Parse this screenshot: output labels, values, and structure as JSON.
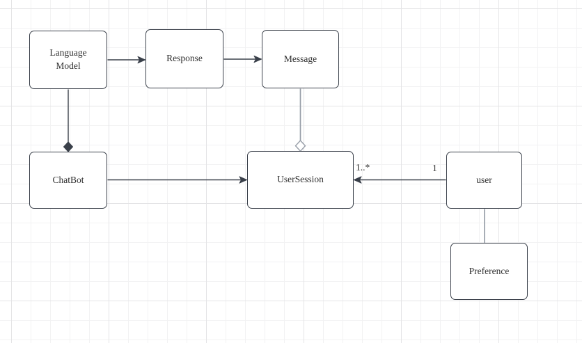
{
  "diagram": {
    "nodes": {
      "language_model": {
        "label": "Language Model"
      },
      "response": {
        "label": "Response"
      },
      "message": {
        "label": "Message"
      },
      "chatbot": {
        "label": "ChatBot"
      },
      "user_session": {
        "label": "UserSession"
      },
      "user": {
        "label": "user"
      },
      "preference": {
        "label": "Preference"
      }
    },
    "edges": {
      "language_model_to_response": {
        "type": "directed-association",
        "from": "language_model",
        "to": "response"
      },
      "response_to_message": {
        "type": "directed-association",
        "from": "response",
        "to": "message"
      },
      "language_model_chatbot": {
        "type": "composition",
        "from": "language_model",
        "to": "chatbot"
      },
      "message_usersession": {
        "type": "aggregation",
        "from": "message",
        "to": "user_session"
      },
      "chatbot_to_usersession": {
        "type": "directed-association",
        "from": "chatbot",
        "to": "user_session"
      },
      "user_to_usersession": {
        "type": "directed-association",
        "from": "user",
        "to": "user_session",
        "target_multiplicity": "1..*",
        "source_multiplicity": "1"
      },
      "user_preference": {
        "type": "association",
        "from": "user",
        "to": "preference"
      }
    },
    "colors": {
      "node_fill": "#ffffff",
      "node_border": "#3a404a",
      "edge_dark": "#3a404a",
      "edge_gray": "#989fa9",
      "text": "#2f2f2f",
      "grid_minor": "#f2f2f3",
      "grid_major": "#e4e4e6",
      "canvas_bg": "#ffffff"
    }
  }
}
